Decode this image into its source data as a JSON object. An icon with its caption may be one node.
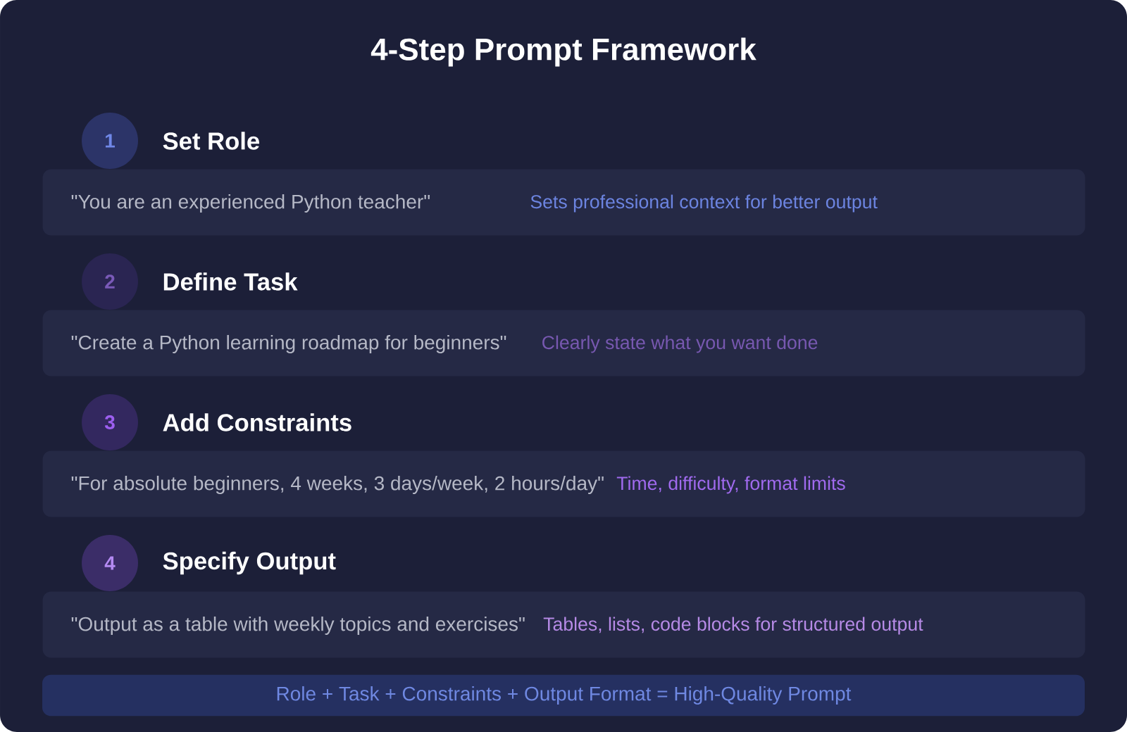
{
  "diagram": {
    "title": "4-Step Prompt Framework",
    "nodes": [
      {
        "text": [
          "1"
        ],
        "beside": [
          "Set Role"
        ]
      },
      {
        "text": [
          "\"You are an experienced Python teacher\"",
          "Sets professional context for better output"
        ]
      },
      {
        "text": [
          "2"
        ],
        "beside": [
          "Define Task"
        ]
      },
      {
        "text": [
          "\"Create a Python learning roadmap for beginners\"",
          "Clearly state what you want done"
        ]
      },
      {
        "text": [
          "3"
        ],
        "beside": [
          "Add Constraints"
        ]
      },
      {
        "text": [
          "\"For absolute beginners, 4 weeks, 3 days/week, 2 hours/day\"",
          "Time, difficulty, format limits"
        ]
      },
      {
        "text": [
          "4"
        ],
        "beside": [
          "Specify Output"
        ]
      },
      {
        "text": [
          "\"Output as a table with weekly topics and exercises\"",
          "Tables, lists, code blocks for structured output"
        ]
      },
      {
        "text": [
          "Role + Task + Constraints + Output Format = High-Quality Prompt"
        ]
      }
    ]
  }
}
